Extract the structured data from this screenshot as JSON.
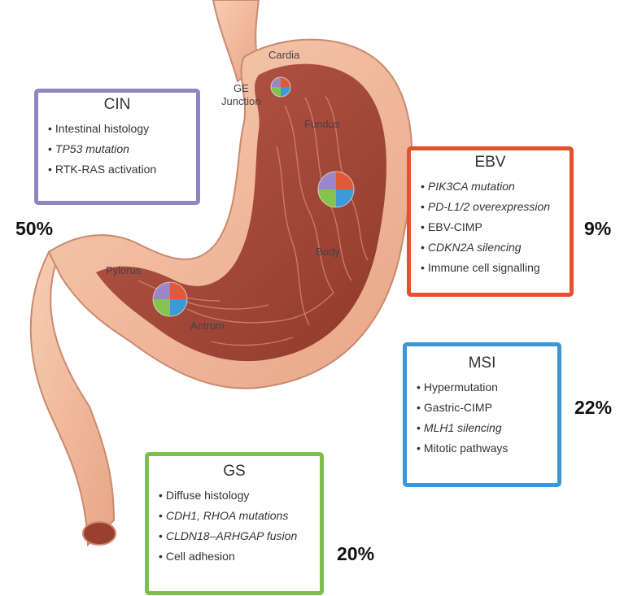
{
  "colors": {
    "cin": "#8f86c2",
    "ebv": "#e5512d",
    "msi": "#3a96d6",
    "gs": "#7cbf4b",
    "tissue_outer": "#f3b99a",
    "tissue_inner": "#a84a3a",
    "pie_cin": "#9b86c9",
    "pie_ebv": "#e05a3a",
    "pie_msi": "#3d9ad8",
    "pie_gs": "#86c24e"
  },
  "organ_labels": {
    "cardia": "Cardia",
    "ge_junction_line1": "GE",
    "ge_junction_line2": "Junction",
    "fundus": "Fundus",
    "body": "Body",
    "pylorus": "Pylorus",
    "antrum": "Antrum"
  },
  "subtypes": {
    "cin": {
      "title": "CIN",
      "features": [
        "Intestinal histology",
        "TP53 mutation",
        "RTK-RAS activation"
      ],
      "percent": "50%"
    },
    "ebv": {
      "title": "EBV",
      "features": [
        "PIK3CA mutation",
        "PD-L1/2 overexpression",
        "EBV-CIMP",
        "CDKN2A silencing",
        "Immune cell signalling"
      ],
      "percent": "9%"
    },
    "msi": {
      "title": "MSI",
      "features": [
        "Hypermutation",
        "Gastric-CIMP",
        "MLH1 silencing",
        "Mitotic pathways"
      ],
      "percent": "22%"
    },
    "gs": {
      "title": "GS",
      "features": [
        "Diffuse histology",
        "CDH1, RHOA mutations",
        "CLDN18–ARHGAP fusion",
        "Cell adhesion"
      ],
      "percent": "20%"
    }
  }
}
